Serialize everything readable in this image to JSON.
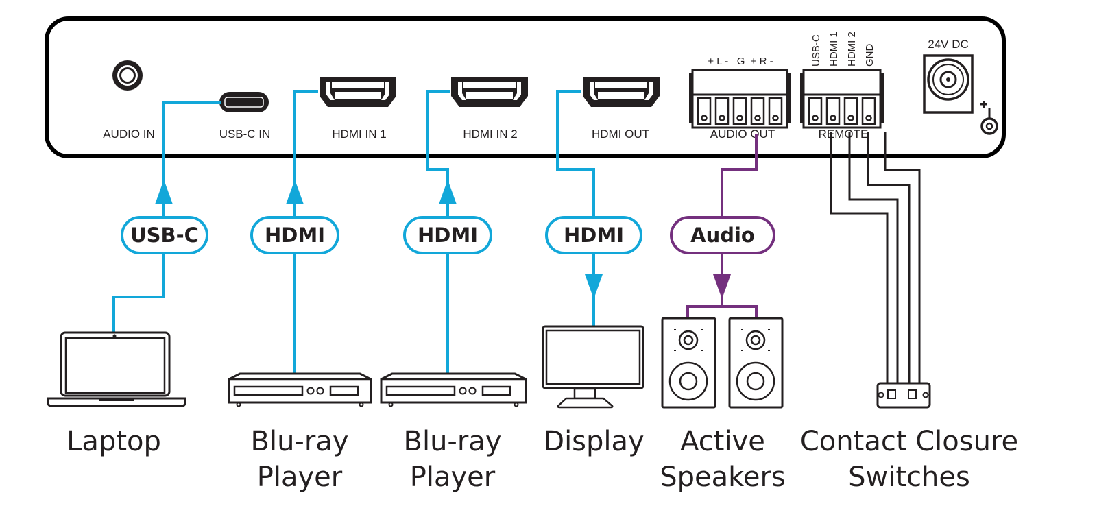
{
  "colors": {
    "hdmi_line": "#12a7d9",
    "usb_line": "#12a7d9",
    "audio_line": "#74307e",
    "remote_line": "#231f20",
    "panel": "#000000",
    "text": "#231f20"
  },
  "panel": {
    "ports": {
      "audio_in": "AUDIO IN",
      "usbc_in": "USB-C IN",
      "hdmi_in1": "HDMI  IN 1",
      "hdmi_in2": "HDMI  IN 2",
      "hdmi_out": "HDMI  OUT",
      "audio_out": "AUDIO OUT",
      "remote": "REMOTE",
      "power": "24V DC"
    },
    "audio_out_pins": "+ L -   G  + R -",
    "remote_pins": [
      "USB-C",
      "HDMI 1",
      "HDMI 2",
      "GND"
    ],
    "power_polarity_icon": "center-positive-icon"
  },
  "cables": {
    "usbc": "USB-C",
    "hdmi1": "HDMI",
    "hdmi2": "HDMI",
    "hdmi_out": "HDMI",
    "audio": "Audio"
  },
  "devices": {
    "laptop": [
      "Laptop"
    ],
    "bluray1": [
      "Blu-ray",
      "Player"
    ],
    "bluray2": [
      "Blu-ray",
      "Player"
    ],
    "display": [
      "Display"
    ],
    "speakers": [
      "Active",
      "Speakers"
    ],
    "switches": [
      "Contact Closure",
      "Switches"
    ]
  }
}
